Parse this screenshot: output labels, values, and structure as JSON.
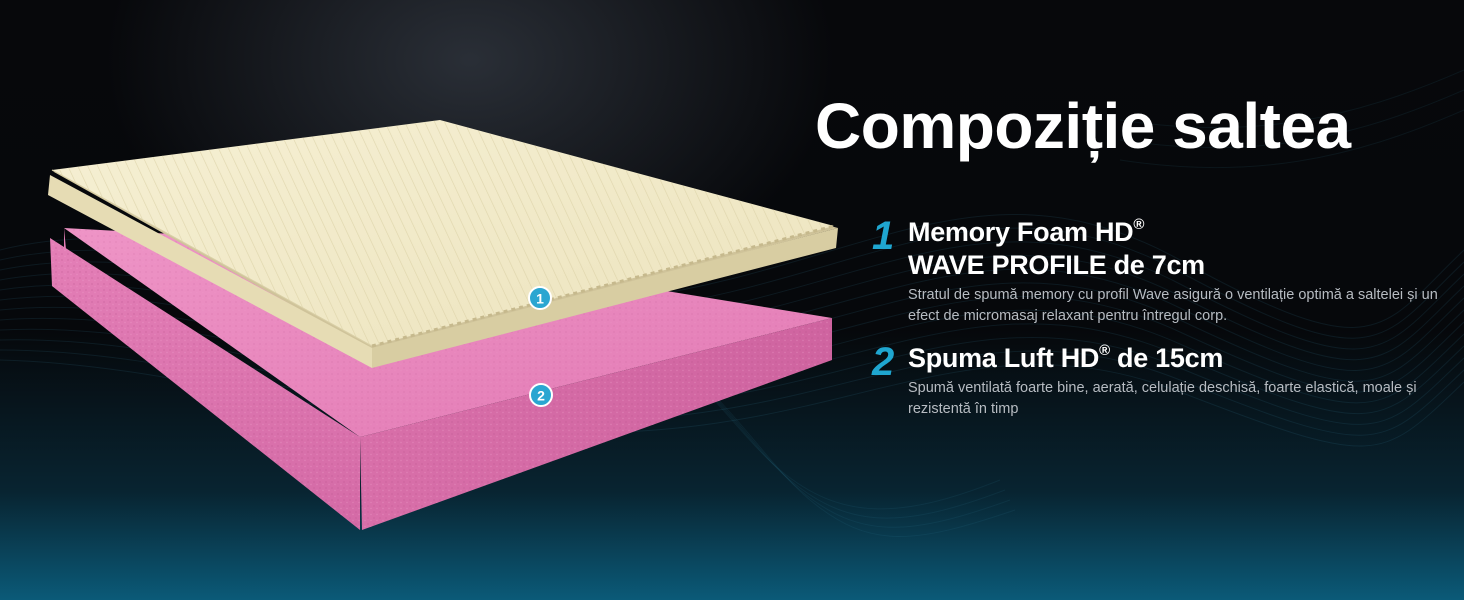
{
  "page": {
    "title": "Compoziție saltea"
  },
  "features": [
    {
      "number": "1",
      "heading_line1": "Memory Foam HD",
      "heading_line1_mark": "®",
      "heading_line2": "WAVE PROFILE de 7cm",
      "description": "Stratul de spumă memory cu profil Wave asigură o ventilație optimă a saltelei și un efect de micromasaj relaxant pentru întregul corp."
    },
    {
      "number": "2",
      "heading_prefix": "Spuma Luft HD",
      "heading_mark": "®",
      "heading_suffix": " de 15cm",
      "description": "Spumă ventilată foarte bine, aerată, celulație deschisă, foarte elastică, moale și rezistentă în timp"
    }
  ],
  "layer_badges": [
    "1",
    "2"
  ],
  "colors": {
    "accent": "#1fa6d0",
    "memory_foam": "#f2ebc9",
    "luft_foam": "#e681b8",
    "title": "#ffffff",
    "description": "#b7bcc2"
  }
}
